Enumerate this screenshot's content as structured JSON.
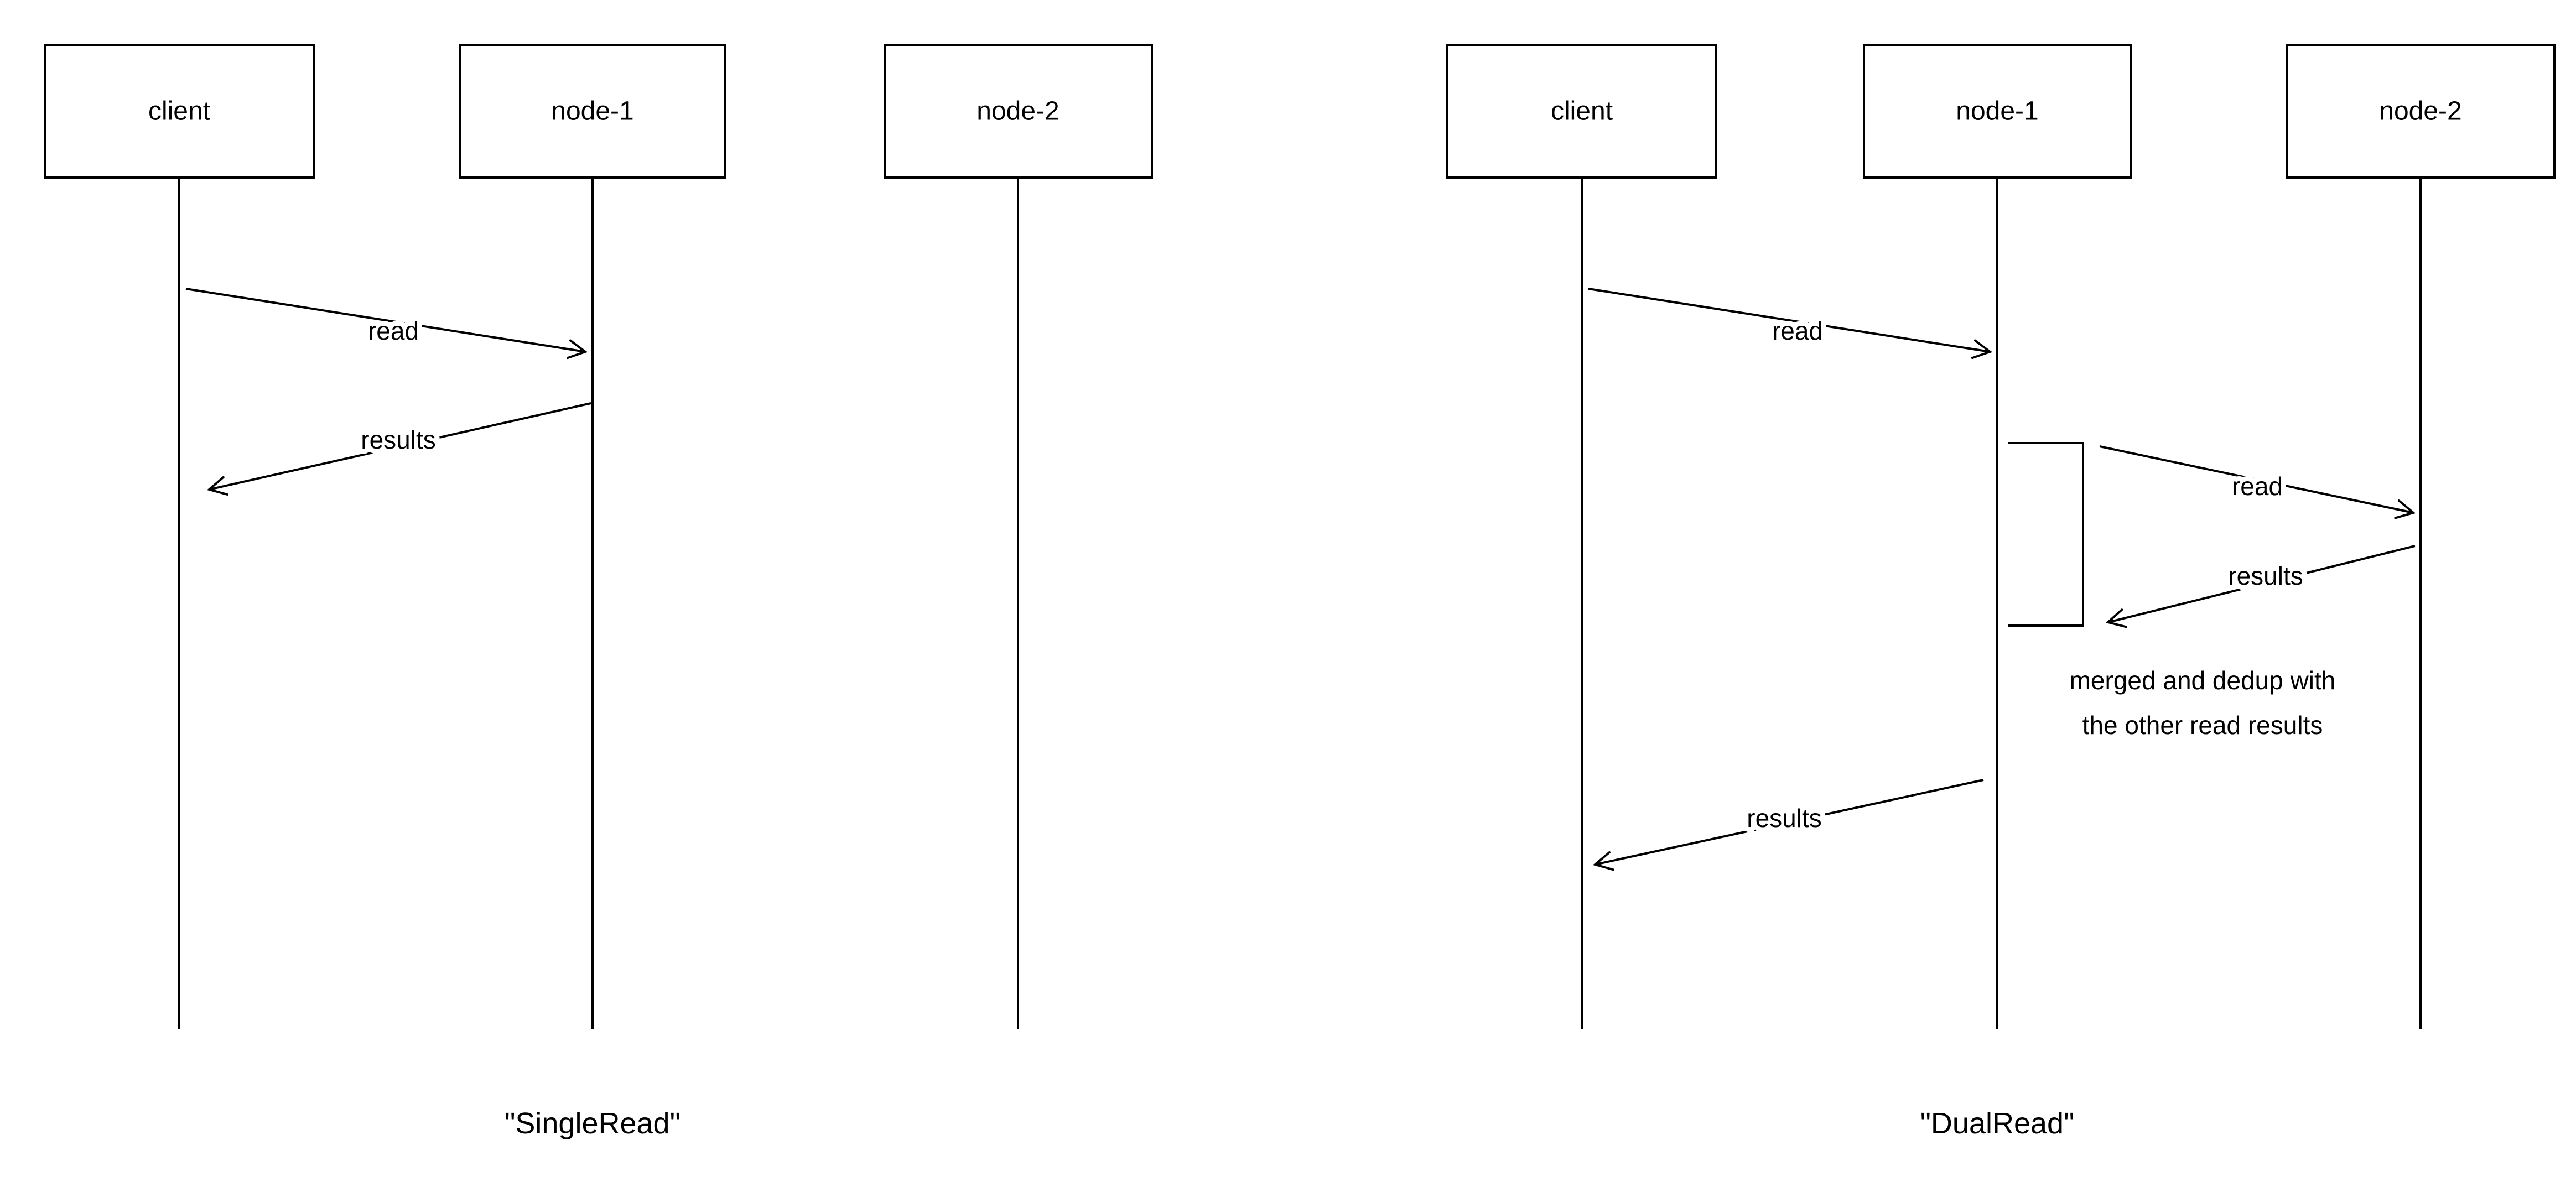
{
  "diagrams": {
    "single_read": {
      "caption": "\"SingleRead\"",
      "actors": {
        "client": "client",
        "node1": "node-1",
        "node2": "node-2"
      },
      "messages": {
        "read_client_to_node1": "read",
        "results_node1_to_client": "results"
      }
    },
    "dual_read": {
      "caption": "\"DualRead\"",
      "actors": {
        "client": "client",
        "node1": "node-1",
        "node2": "node-2"
      },
      "messages": {
        "read_client_to_node1": "read",
        "read_node1_to_node2": "read",
        "results_node2_to_node1": "results",
        "results_node1_to_client": "results"
      },
      "note": {
        "line1": "merged and dedup with",
        "line2": "the other read results"
      }
    }
  },
  "colors": {
    "stroke": "#000000",
    "background": "#ffffff"
  }
}
